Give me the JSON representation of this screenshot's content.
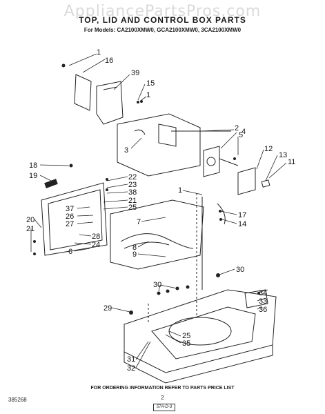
{
  "watermark": "AppliancePartsPros.com",
  "title": "TOP, LID AND CONTROL BOX PARTS",
  "models": "For Models: CA2100XMW0, GCA2100XMW0, 3CA2100XMW0",
  "footer": "FOR ORDERING INFORMATION REFER TO PARTS PRICE LIST",
  "doc_number": "385268",
  "page_number": "2",
  "stamp": "57A-D-3",
  "callouts": [
    "1",
    "16",
    "39",
    "15",
    "1",
    "2",
    "4",
    "5",
    "3",
    "12",
    "13",
    "11",
    "18",
    "19",
    "22",
    "23",
    "38",
    "21",
    "25",
    "37",
    "26",
    "27",
    "28",
    "24",
    "6",
    "20",
    "21",
    "1",
    "7",
    "8",
    "9",
    "17",
    "14",
    "30",
    "30",
    "34",
    "33",
    "36",
    "29",
    "25",
    "35",
    "31",
    "32"
  ]
}
